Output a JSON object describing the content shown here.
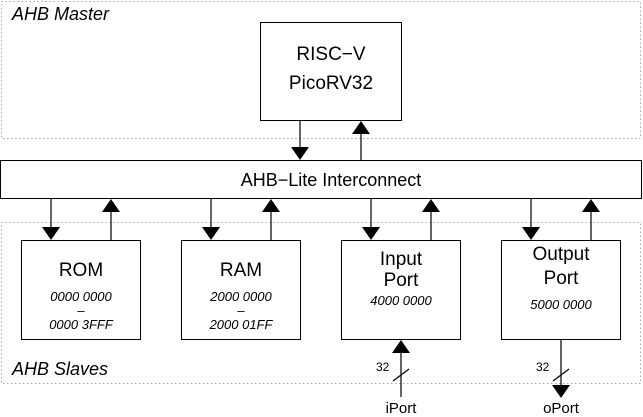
{
  "regions": {
    "master_label": "AHB Master",
    "slaves_label": "AHB Slaves"
  },
  "cpu": {
    "line1": "RISC−V",
    "line2": "PicoRV32"
  },
  "interconnect": {
    "label": "AHB−Lite Interconnect"
  },
  "rom": {
    "title": "ROM",
    "addr_start": "0000 0000",
    "addr_sep": "–",
    "addr_end": "0000 3FFF"
  },
  "ram": {
    "title": "RAM",
    "addr_start": "2000 0000",
    "addr_sep": "–",
    "addr_end": "2000 01FF"
  },
  "input_port": {
    "title_line1": "Input",
    "title_line2": "Port",
    "addr": "4000 0000",
    "bus_width": "32",
    "signal": "iPort"
  },
  "output_port": {
    "title_line1": "Output",
    "title_line2": "Port",
    "addr": "5000 0000",
    "bus_width": "32",
    "signal": "oPort"
  }
}
